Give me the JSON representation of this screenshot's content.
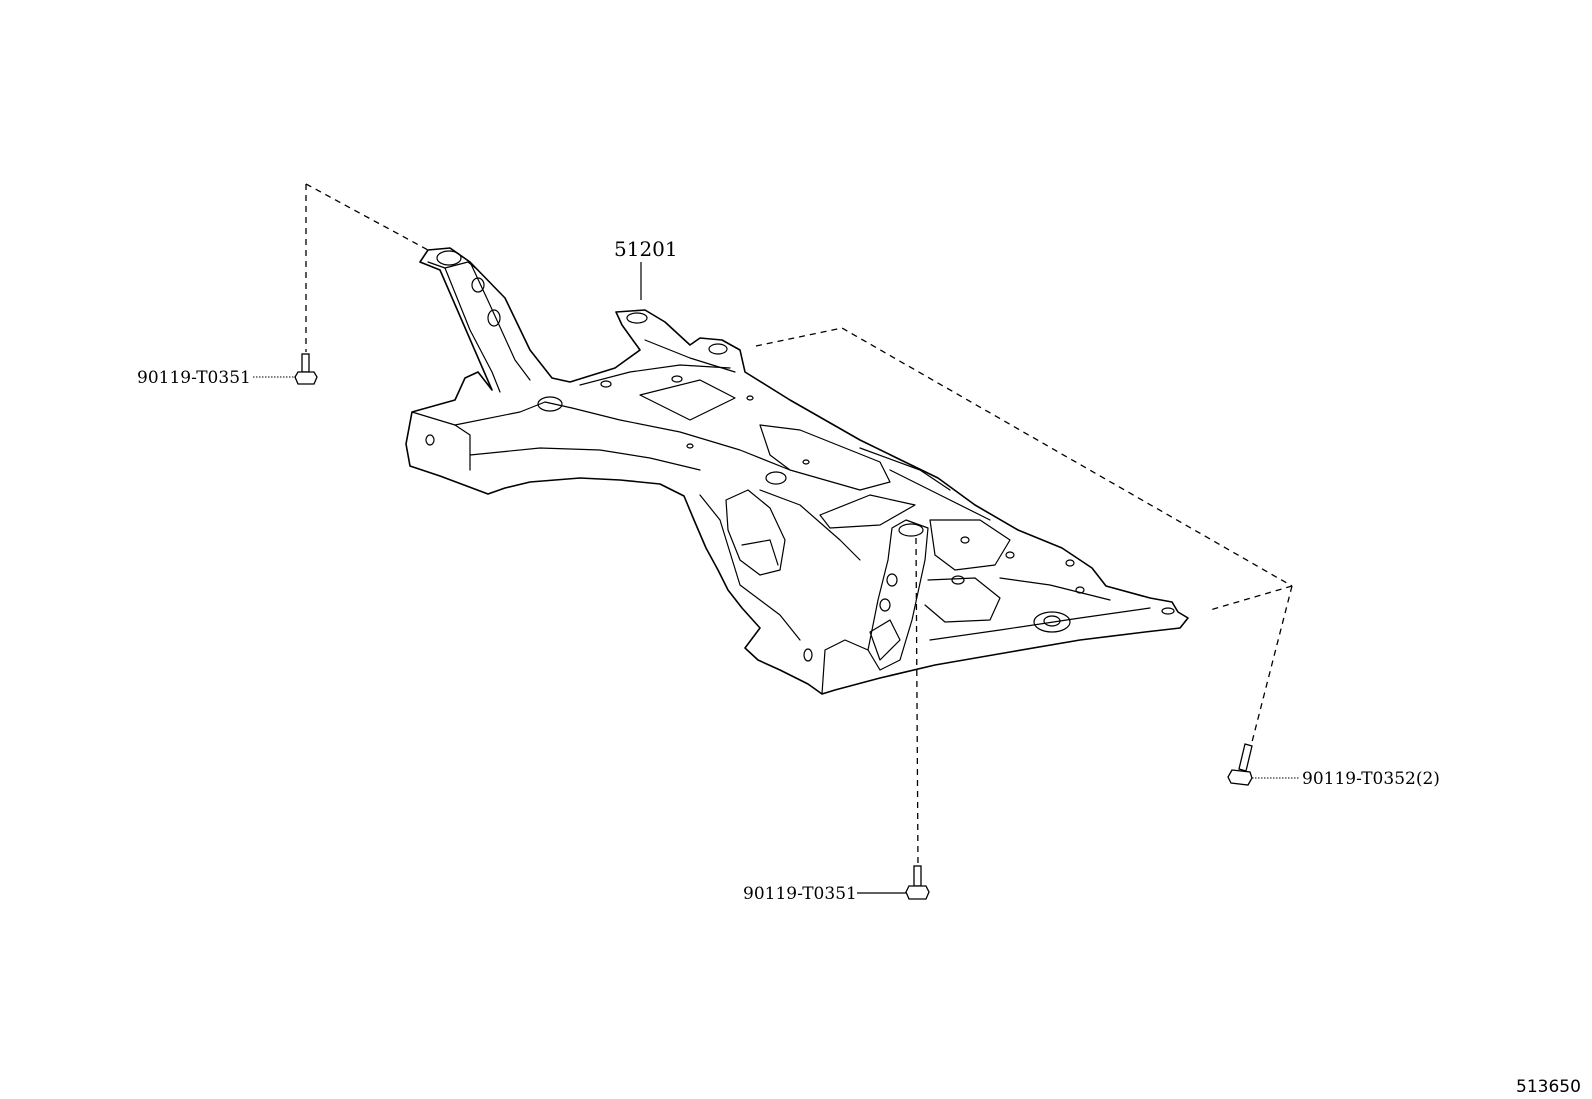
{
  "diagram": {
    "main_part": {
      "number": "51201"
    },
    "callouts": [
      {
        "id": "bolt-left",
        "label": "90119-T0351"
      },
      {
        "id": "bolt-bottom",
        "label": "90119-T0351"
      },
      {
        "id": "bolt-right",
        "label": "90119-T0352(2)"
      }
    ],
    "figure_number": "513650"
  }
}
